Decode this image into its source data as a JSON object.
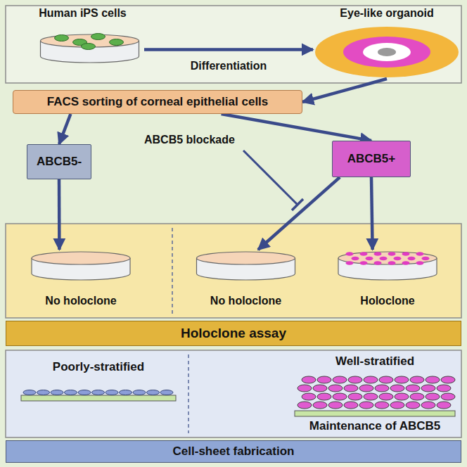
{
  "diagram": {
    "nodes": [
      {
        "text": [
          "Human iPS cells"
        ]
      },
      {
        "text": [
          "Eye-like organoid"
        ]
      },
      {
        "text": [
          "FACS sorting of corneal epithelial cells"
        ]
      },
      {
        "text": [
          "ABCB5-"
        ]
      },
      {
        "text": [
          "ABCB5+"
        ]
      },
      {
        "text": [
          "No holoclone"
        ]
      },
      {
        "text": [
          "No holoclone"
        ]
      },
      {
        "text": [
          "Holoclone"
        ]
      },
      {
        "text": [
          "Holoclone assay"
        ]
      },
      {
        "text": [
          "Poorly-stratified"
        ]
      },
      {
        "text": [
          "Well-stratified",
          "Maintenance of ABCB5"
        ]
      },
      {
        "text": [
          "Cell-sheet fabrication"
        ]
      }
    ],
    "edges": [
      {
        "from": 0,
        "to": 1,
        "arrow": "to",
        "label": "Differentiation"
      },
      {
        "from": 1,
        "to": 2,
        "arrow": "to"
      },
      {
        "from": 2,
        "to": 3,
        "arrow": "to"
      },
      {
        "from": 2,
        "to": 4,
        "arrow": "to"
      },
      {
        "from": 3,
        "to": 5,
        "arrow": "to"
      },
      {
        "from": 4,
        "to": 6,
        "arrow": "to"
      },
      {
        "from": 4,
        "to": 7,
        "arrow": "to"
      }
    ],
    "labels": [
      "ABCB5 blockade"
    ]
  }
}
